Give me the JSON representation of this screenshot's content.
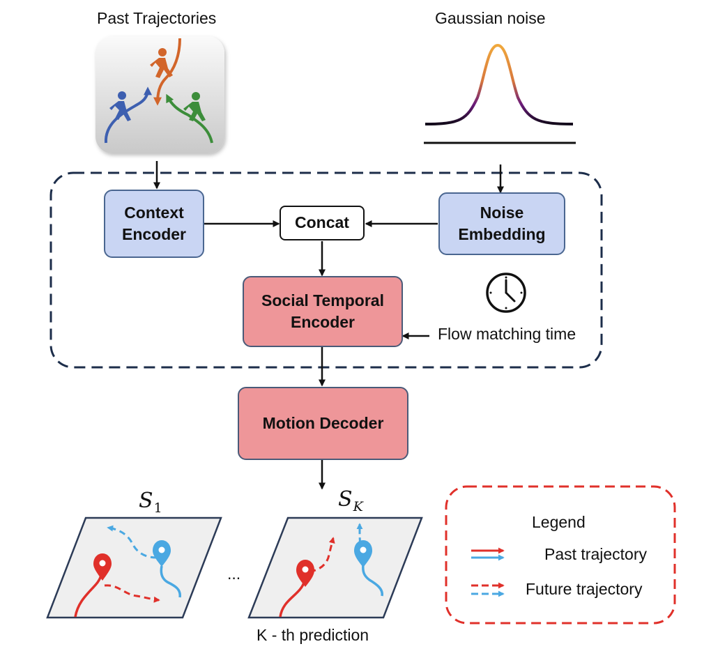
{
  "inputs": {
    "past_trajectories": "Past Trajectories",
    "gaussian_noise": "Gaussian noise"
  },
  "modules": {
    "context_encoder": [
      "Context",
      "Encoder"
    ],
    "concat": "Concat",
    "noise_embedding": [
      "Noise",
      "Embedding"
    ],
    "social_temporal_encoder": [
      "Social Temporal",
      "Encoder"
    ],
    "motion_decoder": "Motion Decoder",
    "flow_matching_time": "Flow matching time"
  },
  "outputs": {
    "s1": {
      "base": "S",
      "sub": "1"
    },
    "sk": {
      "base": "S",
      "sub": "K"
    },
    "ellipsis": "...",
    "kth_caption": "K - th prediction"
  },
  "legend": {
    "title": "Legend",
    "past": "Past trajectory",
    "future": "Future trajectory"
  },
  "colors": {
    "module_blue": "#c9d5f3",
    "module_red": "#ee9699",
    "dashed_frame": "#1c2d4a",
    "legend_frame": "#e0302a",
    "trajectory_red": "#e0302a",
    "trajectory_blue": "#4aa8e2",
    "panel_gray": "#efefef",
    "noise_curve_peak": "#f0a83c",
    "noise_curve_mid": "#6a1a7a",
    "noise_curve_tail": "#120a1a"
  },
  "icons": [
    "pedestrian-icon",
    "clock-icon",
    "location-pin-icon"
  ]
}
